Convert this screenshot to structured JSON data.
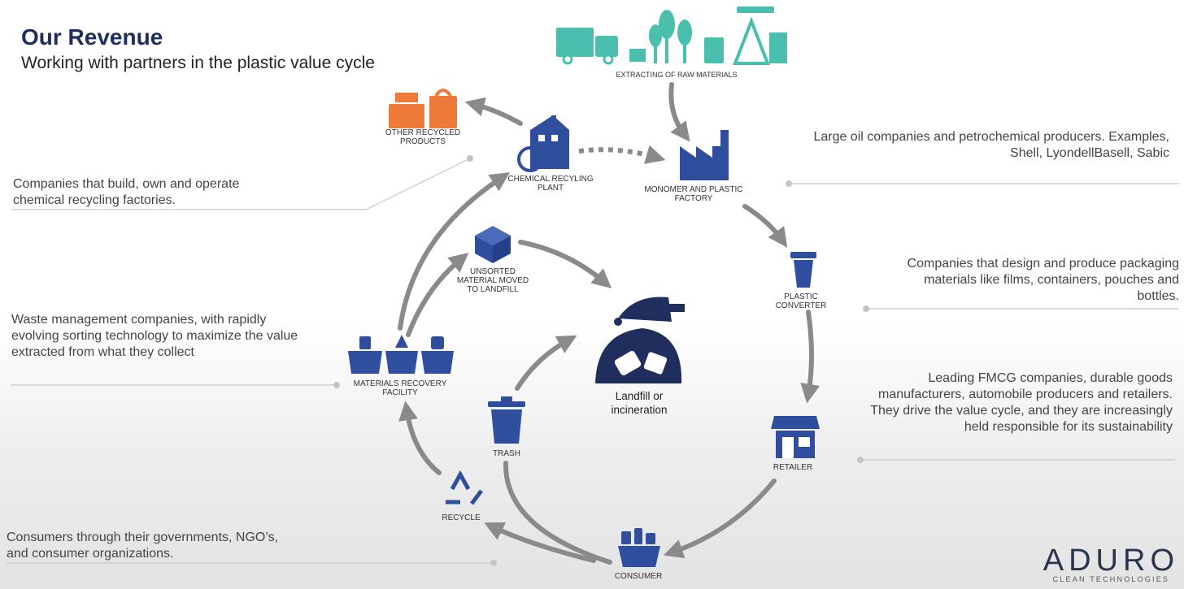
{
  "header": {
    "title": "Our Revenue",
    "subtitle": "Working with partners in the plastic value cycle"
  },
  "nodes": {
    "raw_materials": "EXTRACTING OF RAW MATERIALS",
    "monomer_factory": "MONOMER AND PLASTIC FACTORY",
    "plastic_converter": "PLASTIC CONVERTER",
    "retailer": "RETAILER",
    "consumer": "CONSUMER",
    "recycle": "RECYCLE",
    "trash": "TRASH",
    "mrf": "MATERIALS RECOVERY FACILITY",
    "unsorted": "UNSORTED MATERIAL MOVED TO LANDFILL",
    "chemical_plant": "CHEMICAL RECYLING PLANT",
    "other_products": "OTHER RECYCLED PRODUCTS",
    "landfill": "Landfill or incineration"
  },
  "descriptions": {
    "oil_companies": "Large oil companies and petrochemical producers. Examples, Shell, LyondellBasell, Sabic",
    "packaging": "Companies that design and produce packaging materials like films, containers, pouches and bottles.",
    "fmcg": "Leading FMCG companies, durable goods manufacturers, automobile producers and retailers. They drive the value cycle, and they are increasingly held responsible for its sustainability",
    "consumers": "Consumers through their governments, NGO’s, and consumer organizations.",
    "waste_mgmt": "Waste management companies, with rapidly evolving sorting technology to maximize the value extracted from what they collect",
    "chemical_recycling": "Companies that build, own and operate chemical recycling factories."
  },
  "logo": {
    "main": "ADURO",
    "sub": "CLEAN TECHNOLOGIES"
  },
  "colors": {
    "navy": "#1f2e5c",
    "icon_blue": "#2f4f9e",
    "teal": "#4bbfae",
    "orange": "#ee7a3a",
    "arrow_gray": "#8a8a8a",
    "line_gray": "#c8c8c8"
  }
}
